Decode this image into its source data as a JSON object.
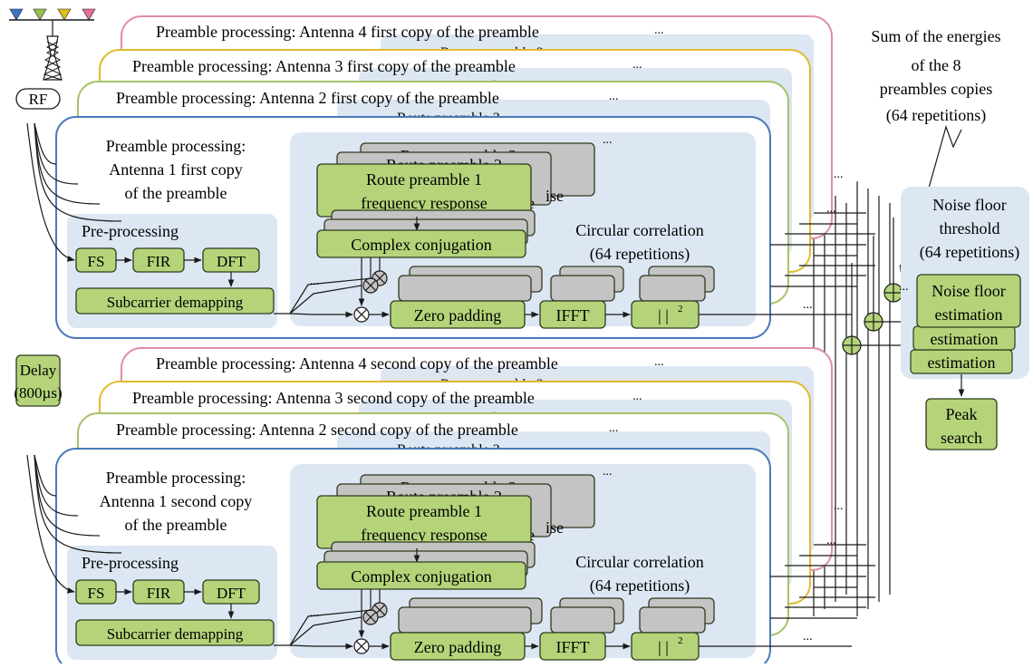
{
  "colors": {
    "antenna1": "#4a7ab8",
    "antenna2": "#a6c36a",
    "antenna3": "#e0bb2c",
    "antenna4": "#e08fa0",
    "panel_fill": "#dde7f3",
    "block_fill": "#b5d47a",
    "block_border": "#2f3a1e",
    "shadow_fill": "#c4c4c4",
    "antenna_tips": [
      "#3a74c6",
      "#95c04a",
      "#e0be1a",
      "#e36f95"
    ]
  },
  "rf_label": "RF",
  "delay_label": [
    "Delay",
    "(800µs)"
  ],
  "sum_note": [
    "Sum of the energies",
    "of the 8",
    "preambles copies",
    "(64 repetitions)"
  ],
  "noise_floor_threshold": [
    "Noise floor",
    "threshold",
    "(64 repetitions)"
  ],
  "noise_floor_estimation": [
    "Noise floor",
    "estimation"
  ],
  "estimation_label": "estimation",
  "peak_search": [
    "Peak",
    "search"
  ],
  "ellipsis": "...",
  "copy_groups": [
    {
      "back_titles": [
        "Preamble processing: Antenna 4 first copy of the preamble",
        "Preamble processing: Antenna 3 first copy of the preamble",
        "Preamble processing: Antenna 2 first copy of the preamble"
      ],
      "front_title": [
        "Preamble processing:",
        "Antenna 1 first copy",
        "of the preamble"
      ]
    },
    {
      "back_titles": [
        "Preamble processing: Antenna 4 second copy of the preamble",
        "Preamble processing: Antenna 3 second copy of the preamble",
        "Preamble processing: Antenna 2 second copy of the preamble"
      ],
      "front_title": [
        "Preamble processing:",
        "Antenna 1 second copy",
        "of the preamble"
      ]
    }
  ],
  "pre_processing": {
    "title": "Pre-processing",
    "fs": "FS",
    "fir": "FIR",
    "dft": "DFT",
    "demapping": "Subcarrier demapping"
  },
  "correlation": {
    "title": [
      "Circular correlation",
      "(64 repetitions)"
    ],
    "route_front": [
      "Route preamble 1",
      "frequency response"
    ],
    "route_back3": "Route preamble 3",
    "route_back2": "Route preamble 2",
    "route_back_frag": "ise",
    "complex_conjugation": "Complex conjugation",
    "zero_padding": "Zero padding",
    "ifft": "IFFT",
    "abs_squared": "| |",
    "squared_mark": "2"
  }
}
